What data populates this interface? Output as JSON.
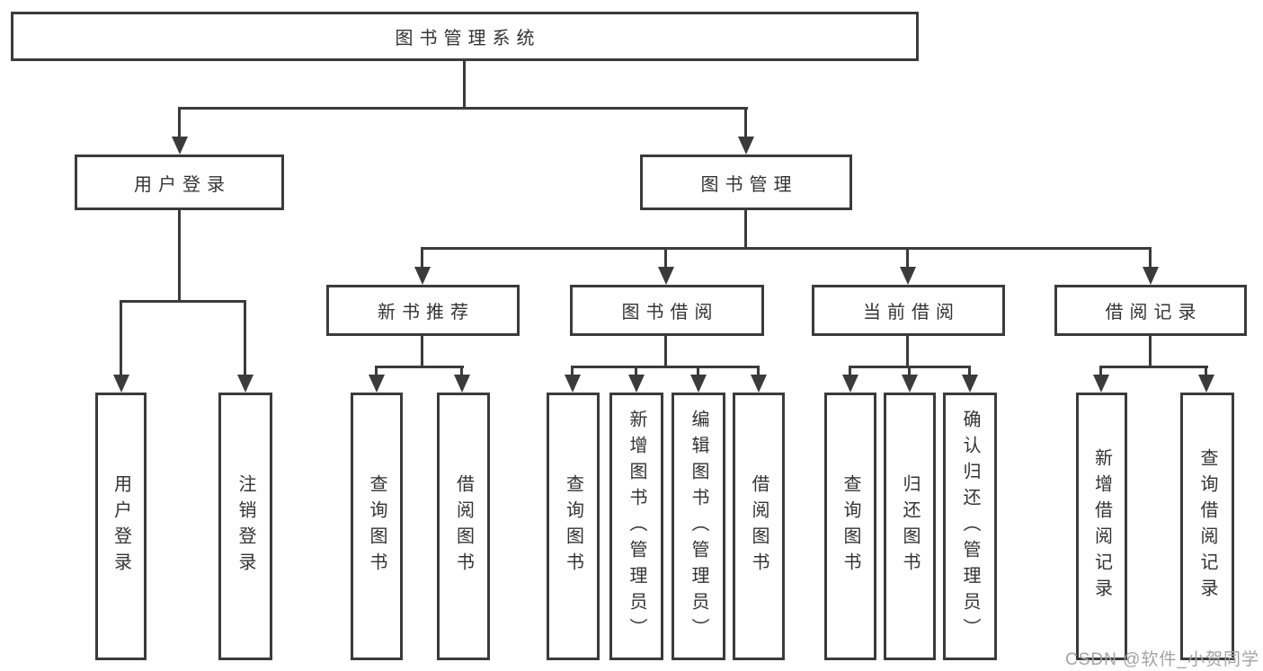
{
  "diagram_title": "图书管理系统",
  "colors": {
    "line": "#3b3b3b",
    "box_border": "#3b3b3b",
    "box_background": "#ffffff",
    "text": "#333333",
    "watermark_text": "#a3a3a3"
  },
  "nodes": {
    "root": "图书管理系统",
    "l1": {
      "user_login": "用户登录",
      "book_mgmt": "图书管理"
    },
    "l2": {
      "new_book": "新书推荐",
      "borrow": "图书借阅",
      "current": "当前借阅",
      "records": "借阅记录"
    },
    "l3": {
      "user_login": "用户登录",
      "logout": "注销登录",
      "query_book_a": "查询图书",
      "borrow_book_a": "借阅图书",
      "query_book_b": "查询图书",
      "add_book": "新增图书（管理员）",
      "edit_book": "编辑图书（管理员）",
      "borrow_book_b": "借阅图书",
      "query_book_c": "查询图书",
      "return_book": "归还图书",
      "confirm_return": "确认归还（管理员）",
      "add_record": "新增借阅记录",
      "query_record": "查询借阅记录"
    }
  },
  "watermark": "CSDN @软件_小贺同学"
}
